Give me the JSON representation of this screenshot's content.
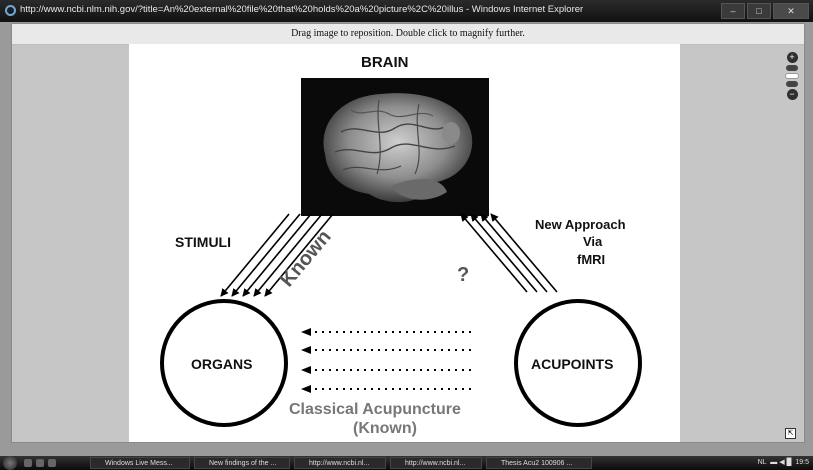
{
  "window": {
    "title": "http://www.ncbi.nlm.nih.gov/?title=An%20external%20file%20that%20holds%20a%20picture%2C%20illus - Windows Internet Explorer"
  },
  "viewer": {
    "hint": "Drag image to reposition. Double click to magnify further."
  },
  "figure": {
    "brain": "BRAIN",
    "stimuli": "STIMULI",
    "known_arrow": "Known",
    "question": "?",
    "approach": [
      "New Approach",
      "Via",
      "fMRI"
    ],
    "organs": "ORGANS",
    "acupoints": "ACUPOINTS",
    "classical": [
      "Classical Acupuncture",
      "(Known)"
    ]
  },
  "zoom": {
    "zoom_in": "+",
    "zoom_out": "−"
  },
  "taskbar": {
    "items": [
      "Windows Live Mess...",
      "New findings of the ...",
      "http://www.ncbi.nl...",
      "http://www.ncbi.nl...",
      "Thesis Acu2 100906 ..."
    ],
    "tray_text": "NL",
    "clock": "19:5"
  }
}
